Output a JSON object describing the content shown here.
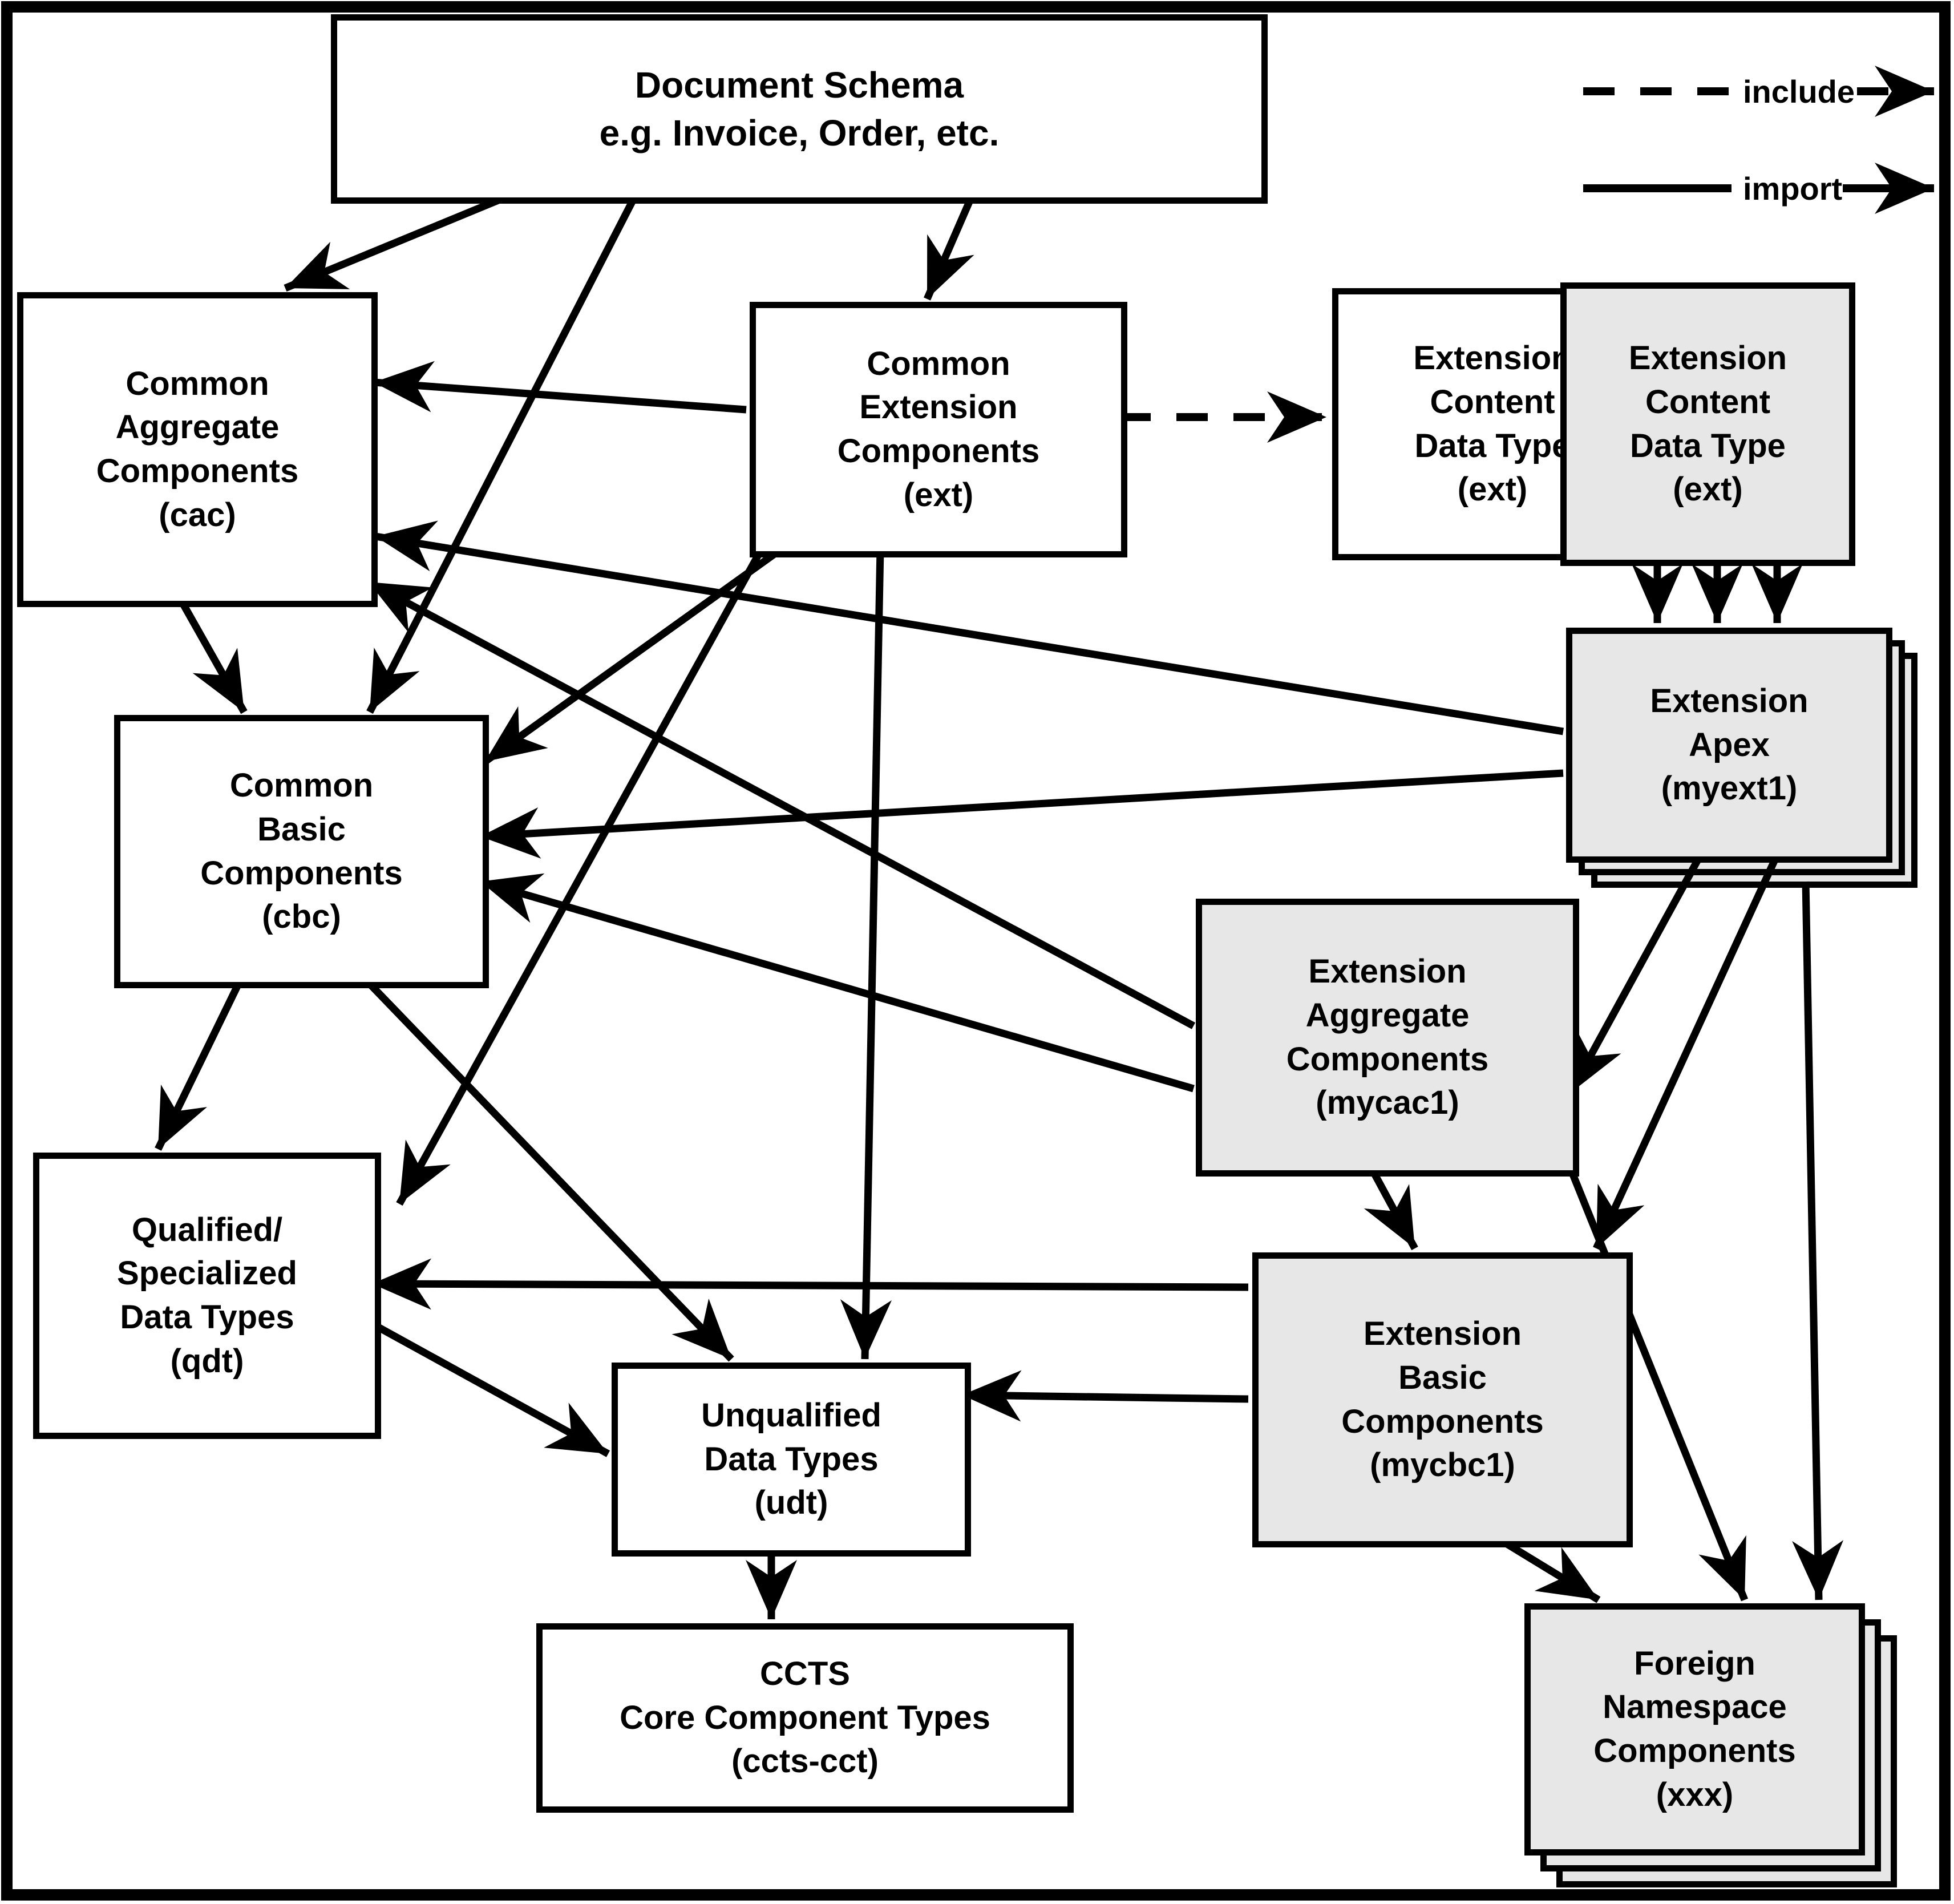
{
  "legend": {
    "include_label": "include",
    "import_label": "import"
  },
  "colors": {
    "box_gray": "#e7e7e7",
    "line_black": "#000000",
    "background": "#ffffff"
  },
  "boxes": {
    "document_schema": {
      "lines": [
        "Document Schema",
        "e.g. Invoice, Order, etc."
      ],
      "style": "white"
    },
    "cac": {
      "lines": [
        "Common",
        "Aggregate",
        "Components",
        "(cac)"
      ],
      "style": "white"
    },
    "ext": {
      "lines": [
        "Common",
        "Extension",
        "Components",
        "(ext)"
      ],
      "style": "white"
    },
    "ecdt_original": {
      "lines": [
        "Extension",
        "Content",
        "Data Type",
        "(ext)"
      ],
      "style": "white"
    },
    "ecdt_custom": {
      "lines": [
        "Extension",
        "Content",
        "Data Type",
        "(ext)"
      ],
      "style": "gray"
    },
    "myext1": {
      "lines": [
        "Extension",
        "Apex",
        "(myext1)"
      ],
      "style": "gray",
      "stacked": true
    },
    "cbc": {
      "lines": [
        "Common",
        "Basic",
        "Components",
        "(cbc)"
      ],
      "style": "white"
    },
    "mycac1": {
      "lines": [
        "Extension",
        "Aggregate",
        "Components",
        "(mycac1)"
      ],
      "style": "gray"
    },
    "qdt": {
      "lines": [
        "Qualified/",
        "Specialized",
        "Data Types",
        "(qdt)"
      ],
      "style": "white"
    },
    "mycbc1": {
      "lines": [
        "Extension",
        "Basic",
        "Components",
        "(mycbc1)"
      ],
      "style": "gray"
    },
    "udt": {
      "lines": [
        "Unqualified",
        "Data Types",
        "(udt)"
      ],
      "style": "white"
    },
    "ccts": {
      "lines": [
        "CCTS",
        "Core Component Types",
        "(ccts-cct)"
      ],
      "style": "white"
    },
    "xxx": {
      "lines": [
        "Foreign",
        "Namespace",
        "Components",
        "(xxx)"
      ],
      "style": "gray",
      "stacked": true
    }
  },
  "edges": [
    {
      "id": "ds-cac",
      "from": "document_schema",
      "to": "cac",
      "type": "import"
    },
    {
      "id": "ds-cbc",
      "from": "document_schema",
      "to": "cbc",
      "type": "import"
    },
    {
      "id": "ds-ext",
      "from": "document_schema",
      "to": "ext",
      "type": "import"
    },
    {
      "id": "ext-ecdt",
      "from": "ext",
      "to": "ecdt_original",
      "type": "include"
    },
    {
      "id": "ext-cac",
      "from": "ext",
      "to": "cac",
      "type": "import"
    },
    {
      "id": "ext-cbc",
      "from": "ext",
      "to": "cbc",
      "type": "import"
    },
    {
      "id": "ext-qdt",
      "from": "ext",
      "to": "qdt",
      "type": "import"
    },
    {
      "id": "ext-udt",
      "from": "ext",
      "to": "udt",
      "type": "import"
    },
    {
      "id": "ecdt-myext1-a",
      "from": "ecdt_custom",
      "to": "myext1",
      "type": "import"
    },
    {
      "id": "ecdt-myext1-b",
      "from": "ecdt_custom",
      "to": "myext1",
      "type": "import"
    },
    {
      "id": "ecdt-myext1-c",
      "from": "ecdt_custom",
      "to": "myext1",
      "type": "import"
    },
    {
      "id": "cac-cbc",
      "from": "cac",
      "to": "cbc",
      "type": "import"
    },
    {
      "id": "cbc-qdt",
      "from": "cbc",
      "to": "qdt",
      "type": "import"
    },
    {
      "id": "cbc-udt",
      "from": "cbc",
      "to": "udt",
      "type": "import"
    },
    {
      "id": "qdt-udt",
      "from": "qdt",
      "to": "udt",
      "type": "import"
    },
    {
      "id": "udt-ccts",
      "from": "udt",
      "to": "ccts",
      "type": "import"
    },
    {
      "id": "myext1-cac",
      "from": "myext1",
      "to": "cac",
      "type": "import"
    },
    {
      "id": "myext1-cbc",
      "from": "myext1",
      "to": "cbc",
      "type": "import"
    },
    {
      "id": "myext1-mycac1",
      "from": "myext1",
      "to": "mycac1",
      "type": "import"
    },
    {
      "id": "myext1-mycbc1",
      "from": "myext1",
      "to": "mycbc1",
      "type": "import"
    },
    {
      "id": "myext1-xxx",
      "from": "myext1",
      "to": "xxx",
      "type": "import"
    },
    {
      "id": "mycac1-cac",
      "from": "mycac1",
      "to": "cac",
      "type": "import"
    },
    {
      "id": "mycac1-cbc",
      "from": "mycac1",
      "to": "cbc",
      "type": "import"
    },
    {
      "id": "mycac1-mycbc1",
      "from": "mycac1",
      "to": "mycbc1",
      "type": "import"
    },
    {
      "id": "mycac1-xxx",
      "from": "mycac1",
      "to": "xxx",
      "type": "import"
    },
    {
      "id": "mycbc1-qdt",
      "from": "mycbc1",
      "to": "qdt",
      "type": "import"
    },
    {
      "id": "mycbc1-udt",
      "from": "mycbc1",
      "to": "udt",
      "type": "import"
    },
    {
      "id": "mycbc1-xxx",
      "from": "mycbc1",
      "to": "xxx",
      "type": "import"
    }
  ]
}
